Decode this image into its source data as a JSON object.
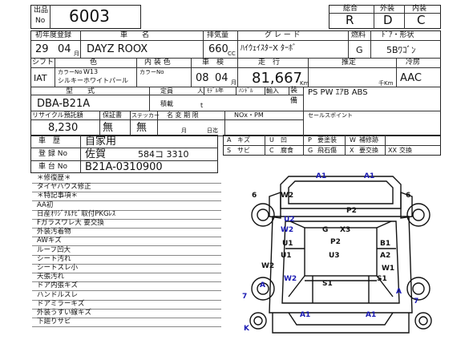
{
  "header": {
    "lot_label": "出品\nNo",
    "lot_no": "6003",
    "grades_labels": [
      "総合",
      "外装",
      "内装"
    ],
    "grades": [
      "R",
      "D",
      "C"
    ]
  },
  "row1": {
    "first_reg_label": "初年度登録",
    "car_name_label": "車　　名",
    "displacement_label": "排気量",
    "grade_label": "グ レ ー ド",
    "fuel_label": "燃料",
    "door_label": "ﾄﾞｱ・形状",
    "year": "29",
    "month": "04",
    "month_unit": "月",
    "car_name": "DAYZ ROOX",
    "cc": "660",
    "cc_unit": "CC",
    "grade": "ﾊｲｳｪｲｽﾀｰX ﾀｰﾎﾞ",
    "fuel": "G",
    "door": "5Bﾜｺﾞﾝ"
  },
  "row2": {
    "shift_label": "シフト",
    "color_label": "色",
    "interior_label": "内 装 色",
    "inspection_label": "車　検",
    "mileage_label": "走　行",
    "estimate_label": "推定",
    "ac_label": "冷房",
    "shift": "IAT",
    "color_no_label": "カラーNo",
    "color_no": "W13",
    "color_name": "シルキーホワイトパール",
    "interior_color_no_label": "カラーNo",
    "insp_year": "08",
    "insp_month": "04",
    "insp_month_unit": "月",
    "mileage": "81,667",
    "km_unit": "Km",
    "thousand_km_unit": "千Km",
    "ac": "AAC"
  },
  "row3": {
    "model_label": "型　　式",
    "model": "DBA-B21A",
    "capacity_label": "定員",
    "capacity_unit": "人",
    "load_label": "積載",
    "load_unit": "t",
    "model_year_label": "ﾓﾃﾞﾙ年",
    "handle_label": "ﾊﾝﾄﾞﾙ",
    "import_label": "輸入",
    "equip_label": "装\n備",
    "equipment": "PS PW ｴｱB ABS"
  },
  "row4": {
    "recycle_label": "リサイクル預託額",
    "warranty_label": "保証書",
    "sticker_label": "ステッカー",
    "name_change_label": "名 変 期 限",
    "nox_label": "NOx・PM",
    "sales_point_label": "セールスポイント",
    "recycle": "8,230",
    "warranty": "無",
    "sticker": "無",
    "name_change_month_unit": "月",
    "name_change_day_unit": "日迄"
  },
  "history": {
    "label": "車　歴",
    "value": "自家用"
  },
  "registration": {
    "label": "登 録 No",
    "region": "佐賀",
    "number": "584コ 3310"
  },
  "chassis": {
    "label": "車 台 No",
    "value": "B21A-0310900"
  },
  "legend": [
    [
      "A",
      "キズ",
      "U",
      "凹",
      "P",
      "要塗装",
      "W",
      "補修跡"
    ],
    [
      "S",
      "サビ",
      "C",
      "腐食",
      "G",
      "飛石傷",
      "X",
      "要交換",
      "XX",
      "交換"
    ]
  ],
  "notes": [
    "＊修復歴＊",
    "タイヤハウス修正",
    "＊特記事項＊",
    "AA初",
    "日産ｵﾘｼﾞﾅﾙﾅﾋﾞ取付PKGﾚｽ",
    "Fガラスワレ大 要交換",
    "外装汚着物",
    "AWキズ",
    "ルーフ凹大",
    "シート汚れ",
    "シートスレ小",
    "天張汚れ",
    "ドア内張キズ",
    "ハンドルスレ",
    "ドアミラーキズ",
    "外装うすい線キズ",
    "下廻りサビ"
  ],
  "damage_marks": {
    "front": [
      "A1",
      "A1",
      "W2",
      "6",
      "6",
      "P2",
      "U2",
      "W2",
      "G",
      "X3",
      "U1",
      "P2",
      "U3",
      "B1",
      "A2",
      "W2",
      "W1",
      "U1",
      "W2",
      "S1",
      "S1",
      "A",
      "A",
      "A1",
      "A1",
      "7",
      "7",
      "K"
    ]
  },
  "colors": {
    "ink": "#111111",
    "blue_mark": "#1a1ab3"
  }
}
